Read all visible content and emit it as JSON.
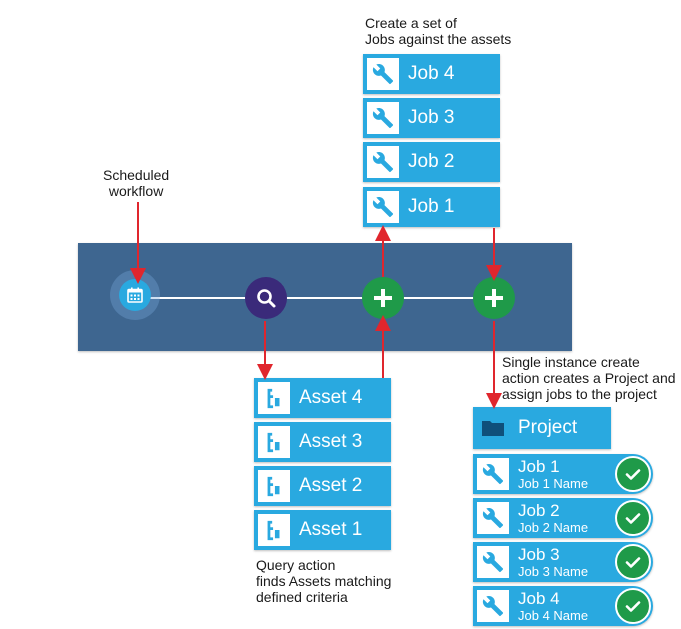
{
  "notes": {
    "scheduled": [
      "Scheduled",
      "workflow"
    ],
    "create_jobs": [
      "Create a set of",
      "Jobs against the assets"
    ],
    "single_instance": [
      "Single instance create",
      "action creates a Project and",
      "assign jobs to the project"
    ],
    "query": [
      "Query action",
      "finds Assets matching",
      "defined criteria"
    ]
  },
  "jobs": [
    "Job 4",
    "Job 3",
    "Job 2",
    "Job 1"
  ],
  "assets": [
    "Asset 4",
    "Asset 3",
    "Asset 2",
    "Asset 1"
  ],
  "project": {
    "label": "Project"
  },
  "project_jobs": [
    {
      "title": "Job 1",
      "name": "Job 1 Name"
    },
    {
      "title": "Job 2",
      "name": "Job 2 Name"
    },
    {
      "title": "Job 3",
      "name": "Job 3 Name"
    },
    {
      "title": "Job 4",
      "name": "Job 4 Name"
    }
  ],
  "nodes": {
    "calendar": "calendar-icon",
    "query": "search-icon",
    "create_jobs": "plus-icon",
    "create_project": "plus-icon"
  },
  "colors": {
    "band": "#3e6690",
    "card": "#29a9e0",
    "green": "#1f9a49",
    "query": "#3a2a7a",
    "arrow": "#e0262d"
  }
}
